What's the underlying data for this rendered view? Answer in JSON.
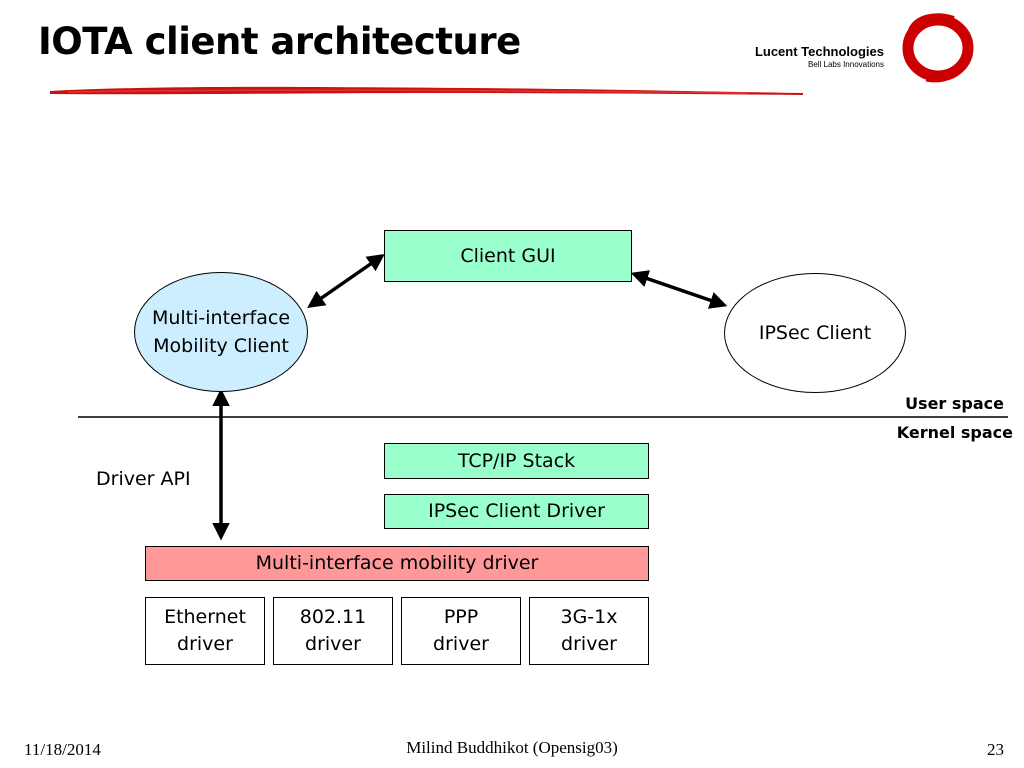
{
  "slide": {
    "title": "IOTA client architecture"
  },
  "logo": {
    "company": "Lucent Technologies",
    "tagline": "Bell Labs Innovations"
  },
  "diagram": {
    "client_gui": "Client GUI",
    "mobility_client": [
      "Multi-interface",
      "Mobility Client"
    ],
    "ipsec_client": "IPSec Client",
    "user_space": "User space",
    "kernel_space": "Kernel space",
    "driver_api": "Driver API",
    "tcpip_stack": "TCP/IP Stack",
    "ipsec_driver": "IPSec Client Driver",
    "mobility_driver": "Multi-interface mobility driver",
    "drivers": [
      {
        "line1": "Ethernet",
        "line2": "driver"
      },
      {
        "line1": "802.11",
        "line2": "driver"
      },
      {
        "line1": "PPP",
        "line2": "driver"
      },
      {
        "line1": "3G-1x",
        "line2": "driver"
      }
    ]
  },
  "footer": {
    "date": "11/18/2014",
    "author": "Milind Buddhikot (Opensig03)",
    "page": "23"
  },
  "colors": {
    "green_box": "#99ffcc",
    "pink_box": "#ff9999",
    "blue_ellipse": "#cceeff",
    "brush_stroke": "#cc1111",
    "logo_red": "#cc0000"
  }
}
